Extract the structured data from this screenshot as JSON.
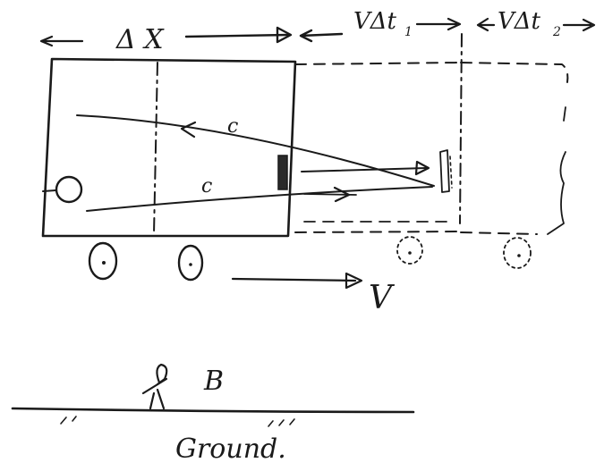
{
  "labels": {
    "delta_x": "Δ X",
    "v_dt1": "VΔt",
    "v_dt1_sub": "1",
    "v_dt2": "VΔt",
    "v_dt2_sub": "2",
    "c_upper": "c",
    "c_lower": "c",
    "v_velocity": "V",
    "observer": "B",
    "ground": "Ground."
  }
}
